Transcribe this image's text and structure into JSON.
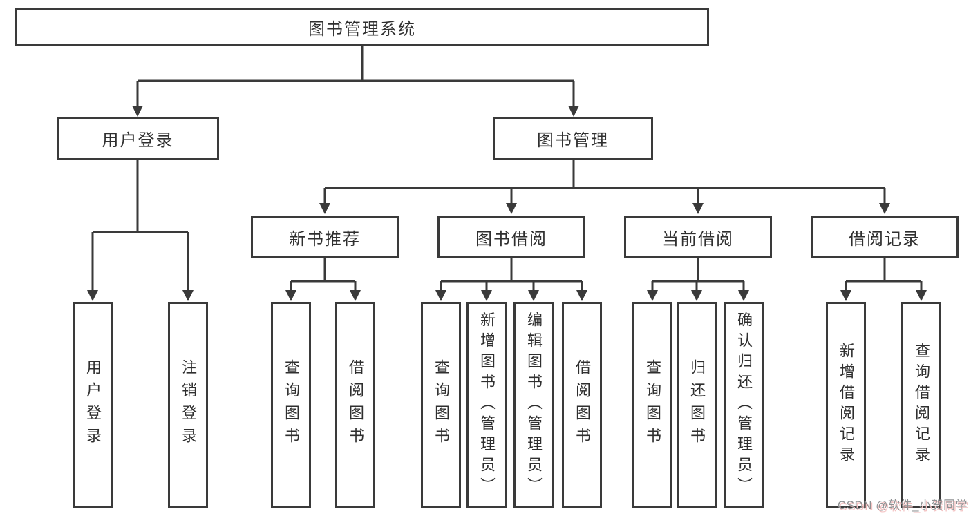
{
  "diagram": {
    "title": "图书管理系统",
    "colors": {
      "line": "#3a3a3a",
      "text": "#2f2f2f",
      "background": "#ffffff",
      "watermark_gray": "#8f9193",
      "watermark_shadow": "#f3c1c1"
    },
    "nodes": {
      "root": {
        "label": "图书管理系统"
      },
      "level2": [
        {
          "label": "用户登录"
        },
        {
          "label": "图书管理"
        }
      ],
      "level3": [
        {
          "label": "新书推荐",
          "parent": "图书管理"
        },
        {
          "label": "图书借阅",
          "parent": "图书管理"
        },
        {
          "label": "当前借阅",
          "parent": "图书管理"
        },
        {
          "label": "借阅记录",
          "parent": "图书管理"
        }
      ],
      "leaves": [
        {
          "label": "用户登录",
          "parent": "用户登录"
        },
        {
          "label": "注销登录",
          "parent": "用户登录"
        },
        {
          "label": "查询图书",
          "parent": "新书推荐"
        },
        {
          "label": "借阅图书",
          "parent": "新书推荐"
        },
        {
          "label": "查询图书",
          "parent": "图书借阅"
        },
        {
          "label": "新增图书（管理员）",
          "parent": "图书借阅"
        },
        {
          "label": "编辑图书（管理员）",
          "parent": "图书借阅"
        },
        {
          "label": "借阅图书",
          "parent": "图书借阅"
        },
        {
          "label": "查询图书",
          "parent": "当前借阅"
        },
        {
          "label": "归还图书",
          "parent": "当前借阅"
        },
        {
          "label": "确认归还（管理员）",
          "parent": "当前借阅"
        },
        {
          "label": "新增借阅记录",
          "parent": "借阅记录"
        },
        {
          "label": "查询借阅记录",
          "parent": "借阅记录"
        }
      ]
    },
    "watermark": "CSDN @软件_小贺同学"
  }
}
